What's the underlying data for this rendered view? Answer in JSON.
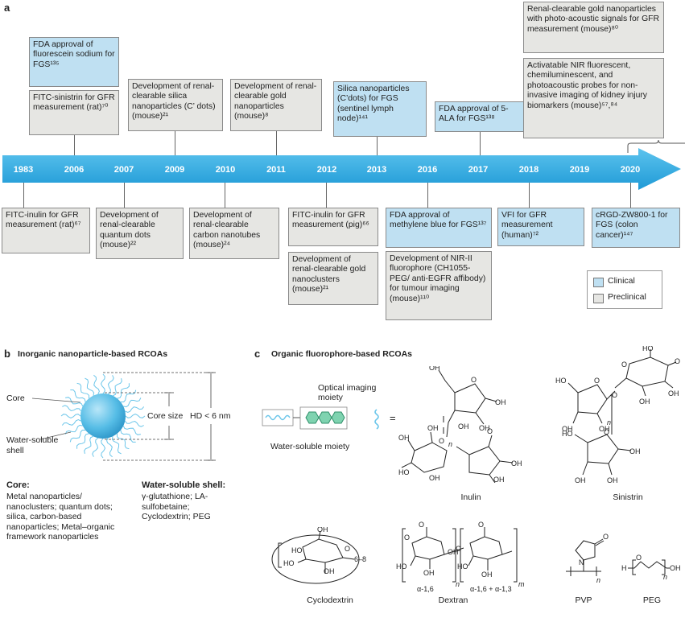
{
  "panels": {
    "a": "a",
    "b": "b",
    "c": "c"
  },
  "timeline": {
    "years": [
      "1983",
      "2006",
      "2007",
      "2009",
      "2010",
      "2011",
      "2012",
      "2013",
      "2016",
      "2017",
      "2018",
      "2019",
      "2020"
    ]
  },
  "events": {
    "e2006_fda": "FDA approval of fluorescein sodium for FGS¹³⁵",
    "e2006_fitc": "FITC-sinistrin for GFR measurement (rat)⁷⁰",
    "e2009": "Development of renal-clearable silica nanoparticles (C’ dots) (mouse)²¹",
    "e2011": "Development of renal-clearable gold nanoparticles (mouse)⁸",
    "e2013": "Silica nanoparticles (C’dots) for FGS (sentinel lymph node)¹⁴¹",
    "e2017": "FDA approval of 5-ALA for FGS¹³⁸",
    "e2019a": "Renal-clearable gold nanoparticles with photo-acoustic signals for GFR measurement (mouse)⁸⁰",
    "e2019b": "Activatable NIR fluorescent, chemiluminescent, and photoacoustic probes for non-invasive imaging of kidney injury biomarkers (mouse)⁵⁷,⁸⁴",
    "e1983": "FITC-inulin for GFR measurement (rat)⁶⁷",
    "e2007": "Development of renal-clearable quantum dots (mouse)²²",
    "e2010": "Development of renal-clearable carbon nanotubes (mouse)²⁴",
    "e2012a": "FITC-inulin for GFR measurement (pig)⁶⁶",
    "e2012b": "Development of renal-clearable gold nanoclusters (mouse)²¹",
    "e2016a": "FDA approval of methylene blue for FGS¹³⁷",
    "e2016b": "Development of NIR-II fluorophore (CH1055-PEG/ anti-EGFR affibody) for tumour imaging (mouse)¹¹⁰",
    "e2018": "VFI for GFR measurement (human)⁷²",
    "e2020": "cRGD-ZW800-1 for FGS (colon cancer)¹⁴⁷"
  },
  "legend": {
    "clinical": "Clinical",
    "preclinical": "Preclinical"
  },
  "colors": {
    "clinical": "#bfe0f2",
    "preclinical": "#e6e6e3",
    "arrow": "#2aa6dc",
    "particle": "#56bde6"
  },
  "panel_b": {
    "title": "Inorganic nanoparticle-based RCOAs",
    "core_label": "Core",
    "shell_label": "Water-soluble shell",
    "core_size": "Core size",
    "hd": "HD < 6 nm",
    "core_heading": "Core",
    "core_text": "Metal nanoparticles/ nanoclusters; quantum dots; silica, carbon-based nanoparticles; Metal–organic framework nanoparticles",
    "shell_heading": "Water-soluble shell",
    "shell_text": "γ-glutathione; LA-sulfobetaine; Cyclodextrin; PEG"
  },
  "panel_c": {
    "title": "Organic fluorophore-based RCOAs",
    "optical": "Optical imaging moiety",
    "water": "Water-soluble moiety",
    "equals": "=",
    "inulin": "Inulin",
    "sinistrin": "Sinistrin",
    "cyclodextrin": "Cyclodextrin",
    "cyclo_n": "6–8",
    "dextran": "Dextran",
    "dex_a16": "α-1,6",
    "dex_a1613": "α-1,6 + α-1,3",
    "pvp": "PVP",
    "peg": "PEG",
    "oh": "OH",
    "o": "O",
    "h": "H",
    "n": "n",
    "m": "m",
    "nitrogen": "N"
  }
}
